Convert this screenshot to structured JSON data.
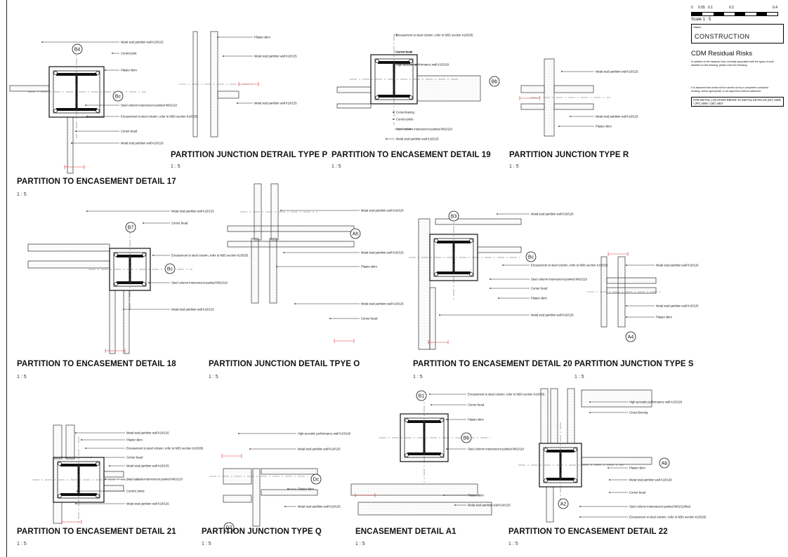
{
  "title_block": {
    "scale_ticks": [
      "0",
      "0.05",
      "0.1",
      "0.2",
      "0.4"
    ],
    "scale_label": "Scale 1 : 5",
    "status_label": "Status",
    "status_value": "CONSTRUCTION",
    "cdm_title": "CDM Residual Risks",
    "cdm_para1": "In addition to the hazards/ risks normally associated with the types of work detailed on this drawing, please note the following:",
    "cdm_para2": "It is assumed that works will be carried out by a competent contractor working, where appropriate, to an approved method statement.",
    "detail_location_note": "FOR DETAIL LOCATION REFER TO DETAIL KEYPLAN (GF) 4005 / (FF) 4006 / (SF) 4007"
  },
  "views": [
    {
      "id": "d17",
      "title": "PARTITION TO ENCASEMENT DETAIL 17",
      "scale": "1 : 5",
      "tags": [
        "B4",
        "Bc"
      ],
      "labels": [
        "Metal stud partition wall K10/125",
        "Control joint",
        "Plaster skim",
        "Steel column intumescent painted M61/110",
        "Encasement to steel column, refer to NBS section K10/255.",
        "Corner bead",
        "Metal stud partition wall K10/126"
      ]
    },
    {
      "id": "jP",
      "title": "PARTITION JUNCTION DETRAIL TYPE P",
      "scale": "1 : 5",
      "tags": [],
      "labels": [
        "Plaster skim",
        "Metal stud partition wall K10/125",
        "Metal stud partition wall K10/125"
      ]
    },
    {
      "id": "d19",
      "title": "PARTITION TO ENCASEMENT DETAIL 19",
      "scale": "1 : 5",
      "tags": [
        "Bb"
      ],
      "labels": [
        "Encasement to steel column, refer to NBS section K10/255.",
        "Corner bead",
        "High acoustic performance wall K10/129",
        "Cross bracing",
        "Control joints",
        "Steel column intumescent painted M61/110",
        "Metal stud partition wall K10/125"
      ]
    },
    {
      "id": "jR",
      "title": "PARTITION JUNCTION TYPE R",
      "scale": "1 : 5",
      "tags": [],
      "labels": [
        "Metal stud partition wall K10/125",
        "Metal stud partition wall K10/125",
        "Plaster skim"
      ]
    },
    {
      "id": "d18",
      "title": "PARTITION TO ENCASEMENT DETAIL 18",
      "scale": "1 : 5",
      "tags": [
        "B7",
        "Bc"
      ],
      "labels": [
        "Metal stud partition wall K10/125",
        "Corner bead",
        "Encasement to steel column, refer to NBS section K10/255.",
        "Steel column intumescent painted M61/110",
        "Metal stud partition wall K10/125"
      ]
    },
    {
      "id": "jO",
      "title": "PARTITION JUNCTION DETAIL TPYE O",
      "scale": "1 : 5",
      "tags": [
        "Ah"
      ],
      "labels": [
        "Metal stud partition wall K10/126",
        "Metal stud partition wall K10/125",
        "Plaster skim",
        "Metal stud partition wall K10/125",
        "Corner bead"
      ]
    },
    {
      "id": "d20",
      "title": "PARTITION TO ENCASEMENT DETAIL 20",
      "scale": "1 : 5",
      "tags": [
        "B3",
        "Bc"
      ],
      "labels": [
        "Metal stud partition wall K10/125",
        "Encasement to steel column, refer to NBS section K10/255.",
        "Steel column intumescent painted M61/110",
        "Corner bead",
        "Plaster skim",
        "Metal stud partition wall K10/126"
      ]
    },
    {
      "id": "jS",
      "title": "PARTITION JUNCTION TYPE S",
      "scale": "1 : 5",
      "tags": [
        "A4"
      ],
      "labels": [
        "Metal stud partition wall K10/126",
        "Metal stud partition wall K10/125",
        "Plaster skim"
      ]
    },
    {
      "id": "d21",
      "title": "PARTITION TO ENCASEMENT DETAIL 21",
      "scale": "1 : 5",
      "tags": [],
      "labels": [
        "Metal stud partition wall K10/126",
        "Plaster skim",
        "Encasement to steel column, refer to NBS section K10/265.",
        "Corner bead",
        "Metal stud partition wall K10/125",
        "Steel column intumescent painted M61/110",
        "Control Joints",
        "Metal stud partition wall K10/125"
      ]
    },
    {
      "id": "jQ",
      "title": "PARTITION JUNCTION TYPE Q",
      "scale": "1 : 5",
      "tags": [
        "Dc",
        "D7"
      ],
      "labels": [
        "High acoustic performance wall K10/129",
        "Metal stud partition wall K10/125",
        "Plaster skim",
        "Metal stud partition wall K10/125"
      ]
    },
    {
      "id": "dA1",
      "title": "ENCASEMENT DETAIL A1",
      "scale": "1 : 5",
      "tags": [
        "B1",
        "Bb"
      ],
      "labels": [
        "Encasement to steel column, refer to NBS section K10/265.",
        "Corner bead",
        "Plaster skim",
        "Steel column intumescent painted M61/110",
        "Plaster skim",
        "Metal stud partition wall K10/125"
      ]
    },
    {
      "id": "d22",
      "title": "PARTITION TO ENCASEMENT DETAIL 22",
      "scale": "1 : 5",
      "tags": [
        "Ab",
        "A2"
      ],
      "labels": [
        "High acoustic performance wall K10/129",
        "Cross Bracing",
        "Plaster skim",
        "Metal stud partition wall K10/126",
        "Corner bead",
        "Steel column intumescent painted M61/110bed",
        "Encasement to steel column, refer to NBS section K10/265."
      ]
    }
  ]
}
